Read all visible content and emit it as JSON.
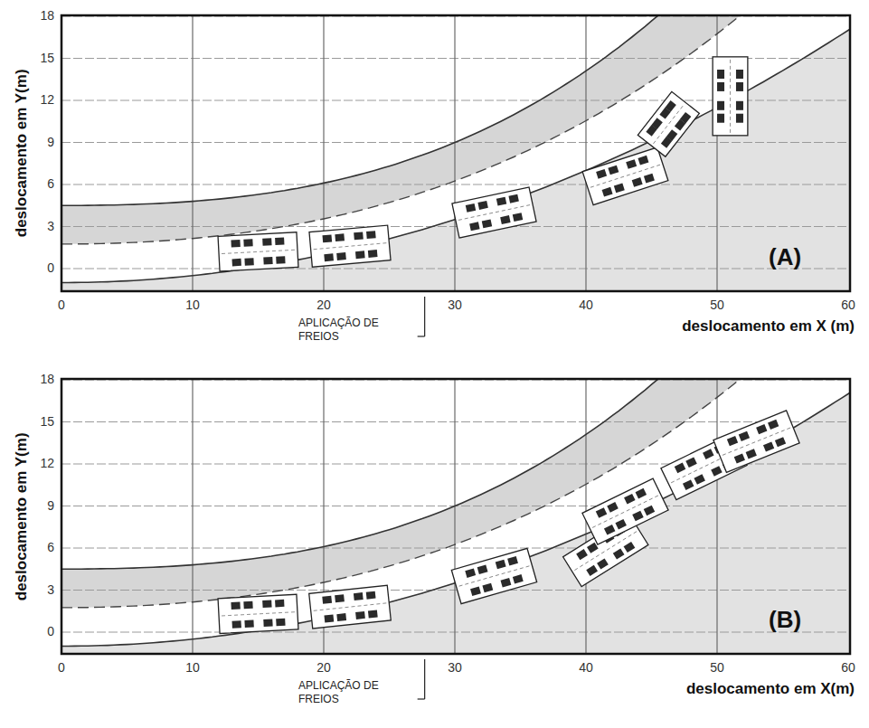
{
  "diagram": {
    "labels": [
      "deslocamento em Y(m)",
      "18",
      "15",
      "12",
      "9",
      "6",
      "3",
      "0",
      "0",
      "10",
      "20",
      "30",
      "40",
      "50",
      "60",
      "deslocamento em X (m)",
      "(A)",
      "APLICAÇÃO DE FREIOS",
      "deslocamento em Y(m)",
      "18",
      "15",
      "12",
      "9",
      "6",
      "3",
      "0",
      "0",
      "10",
      "20",
      "30",
      "40",
      "50",
      "60",
      "deslocamento em X(m)",
      "(B)",
      "APLICAÇÃO DE FREIOS"
    ]
  }
}
